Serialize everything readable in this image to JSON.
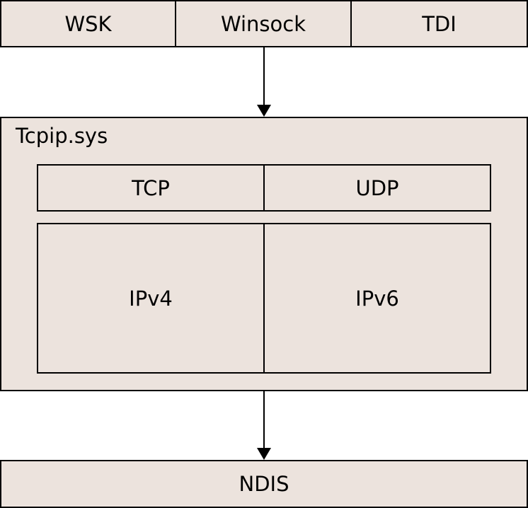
{
  "top_layer": {
    "items": [
      {
        "label": "WSK"
      },
      {
        "label": "Winsock"
      },
      {
        "label": "TDI"
      }
    ]
  },
  "driver": {
    "title": "Tcpip.sys",
    "transport": [
      {
        "label": "TCP"
      },
      {
        "label": "UDP"
      }
    ],
    "network": [
      {
        "label": "IPv4"
      },
      {
        "label": "IPv6"
      }
    ]
  },
  "bottom_layer": {
    "label": "NDIS"
  },
  "colors": {
    "box_fill": "#ece3dd",
    "stroke": "#000000"
  }
}
